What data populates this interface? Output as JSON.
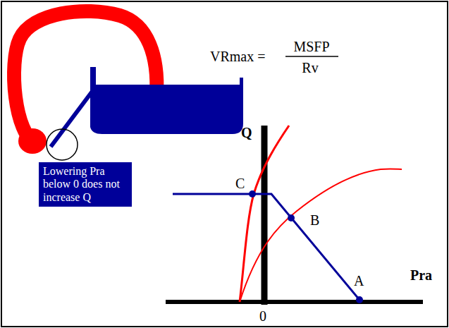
{
  "diagram": {
    "nodes": [
      {
        "text": [
          "Lowering Pra below 0 does not increase Q"
        ]
      }
    ],
    "labels": [
      "VRmax =",
      "MSFP",
      "Rv",
      "Q",
      "C",
      "B",
      "A",
      "Pra",
      "0"
    ]
  }
}
